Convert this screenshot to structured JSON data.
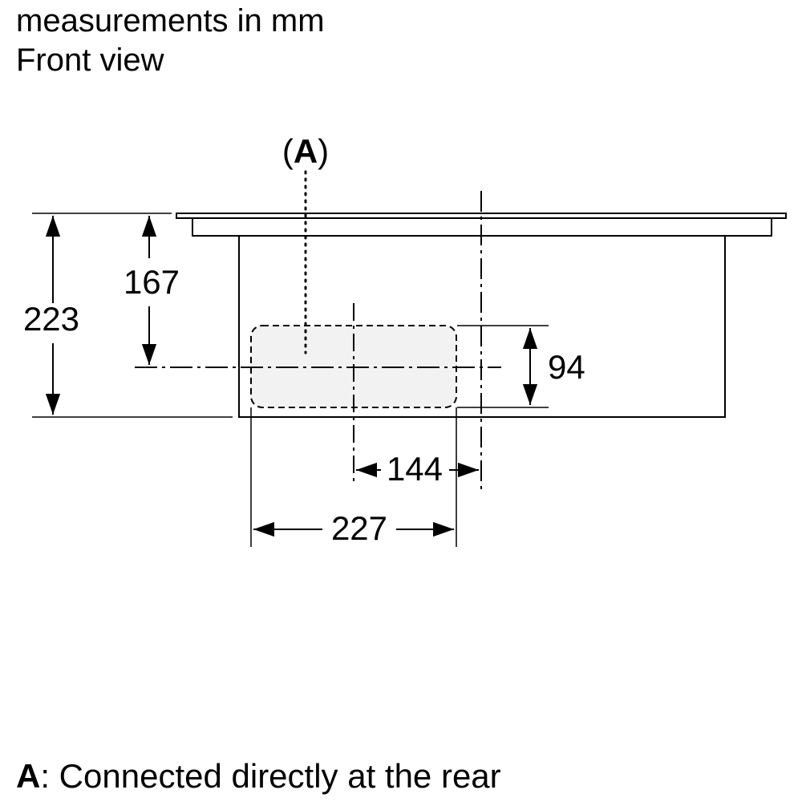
{
  "header": {
    "units": "measurements in mm",
    "view": "Front view"
  },
  "callout": {
    "open": "(",
    "letter": "A",
    "close": ")"
  },
  "dimensions": {
    "total_height": "223",
    "center_height": "167",
    "opening_height": "94",
    "center_offset": "144",
    "opening_width": "227"
  },
  "legend": {
    "key": "A",
    "text": ": Connected directly at the rear"
  },
  "colors": {
    "line": "#000000",
    "opening_fill": "#f2f2f2"
  }
}
